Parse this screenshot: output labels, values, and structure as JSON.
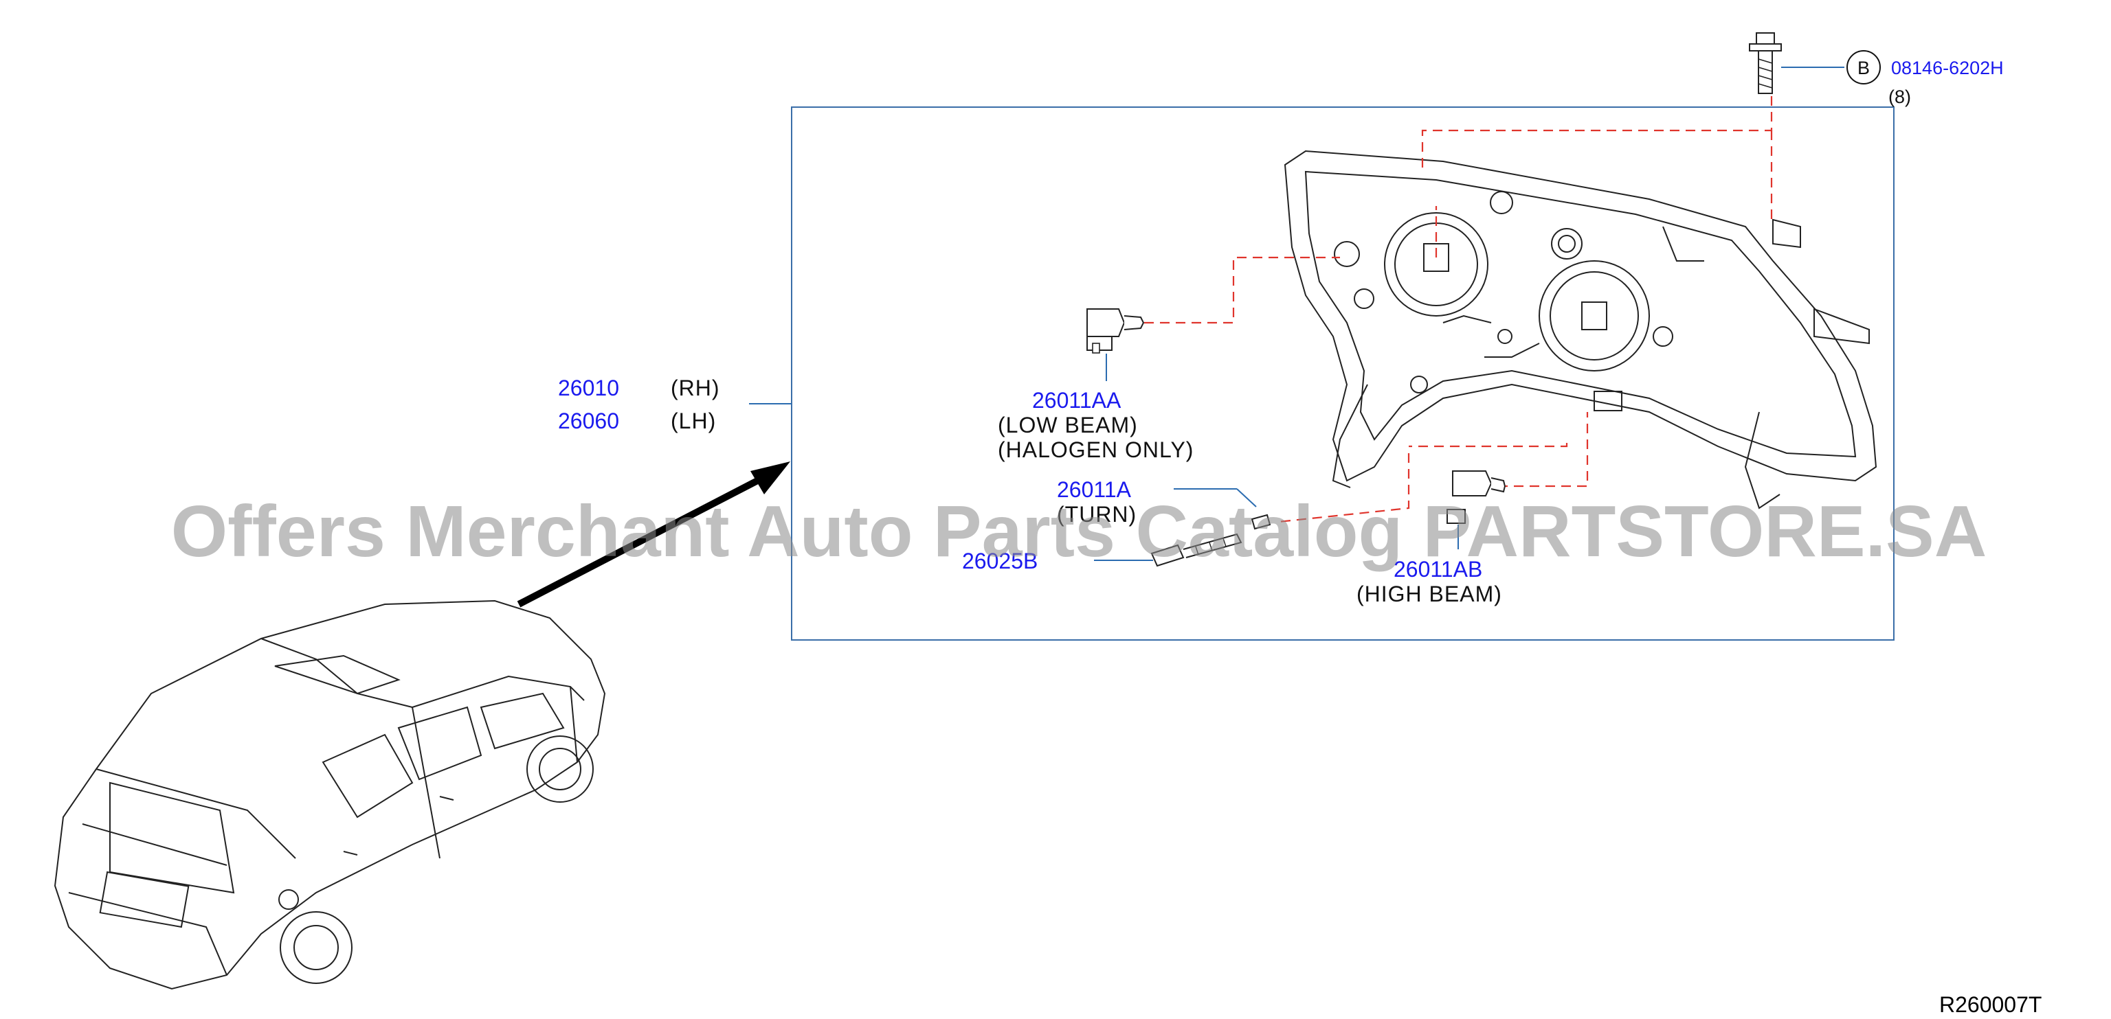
{
  "assembly": {
    "part_rh": "26010",
    "side_rh": "(RH)",
    "part_lh": "26060",
    "side_lh": "(LH)"
  },
  "callouts": [
    {
      "key": "bolt",
      "circle_letter": "B",
      "part": "08146-6202H",
      "note": "(8)"
    },
    {
      "key": "low_beam",
      "part": "26011AA",
      "desc_1": "(LOW  BEAM)",
      "desc_2": "(HALOGEN  ONLY)"
    },
    {
      "key": "turn",
      "part": "26011A",
      "desc_1": "(TURN)"
    },
    {
      "key": "socket",
      "part": "26025B"
    },
    {
      "key": "high_beam",
      "part": "26011AB",
      "desc_1": "(HIGH  BEAM)"
    }
  ],
  "watermark": "Offers Merchant Auto Parts Catalog PARTSTORE.SA",
  "diagram_code": "R260007T",
  "colors": {
    "part_number": "#1a1aee",
    "leader": "#2b6cb0",
    "hidden_line": "#e0342c",
    "frame": "#3a6ea8",
    "drawing": "#222222"
  }
}
